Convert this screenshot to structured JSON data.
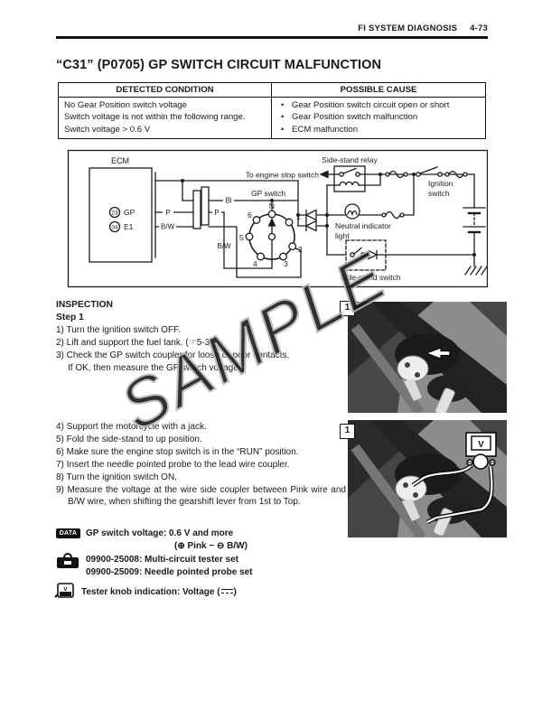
{
  "header": {
    "section": "FI SYSTEM DIAGNOSIS",
    "page": "4-73"
  },
  "title": "“C31” (P0705) GP SWITCH CIRCUIT MALFUNCTION",
  "table": {
    "col1_header": "DETECTED CONDITION",
    "col2_header": "POSSIBLE CAUSE",
    "bullet": "•",
    "conditions": [
      "No Gear Position switch voltage",
      "Switch voltage is not within the following range.",
      "Switch voltage > 0.6 V"
    ],
    "causes": [
      "Gear Position switch circuit open or short",
      "Gear Position switch malfunction",
      "ECM malfunction"
    ]
  },
  "diagram": {
    "ecm": "ECM",
    "pins": {
      "gp_num": "23",
      "gp": "GP",
      "e1_num": "34",
      "e1": "E1"
    },
    "wires": {
      "p_left": "P",
      "bw_left": "B/W",
      "bl": "Bl",
      "p_right": "P",
      "bw_right": "B/W"
    },
    "labels": {
      "to_engine_stop": "To engine stop switch",
      "gp_switch": "GP switch",
      "side_stand_relay": "Side-stand relay",
      "ignition_1": "Ignition",
      "ignition_2": "switch",
      "neutral_1": "Neutral indicator",
      "neutral_2": "light",
      "side_stand_switch": "Side-stand switch"
    },
    "gp_positions": [
      "N",
      "1",
      "2",
      "3",
      "4",
      "5",
      "6"
    ]
  },
  "inspection": {
    "heading": "INSPECTION",
    "step_heading": "Step 1",
    "steps_a": [
      "1) Turn the ignition switch OFF.",
      "2) Lift and support the fuel tank. (☞5-3)",
      "3) Check the GP switch coupler for loose or poor contacts.",
      "If OK, then measure the GP switch voltage."
    ],
    "steps_b": [
      "4) Support the motorcycle with a jack.",
      "5) Fold the side-stand to up position.",
      "6) Make sure the engine stop switch is in the “RUN” position.",
      "7) Insert the needle pointed probe to the lead wire coupler.",
      "8) Turn the ignition switch ON.",
      "9) Measure the voltage at the wire side coupler between Pink wire and B/W wire, when shifting the gearshift lever from 1st to Top."
    ]
  },
  "data_block": {
    "badge": "DATA",
    "line1": "GP switch voltage: 0.6 V and more",
    "line2": "(⊕ Pink − ⊖ B/W)"
  },
  "tool_block": {
    "line1": "09900-25008: Multi-circuit tester set",
    "line2": "09900-25009: Needle pointed probe set"
  },
  "tester_block": {
    "before": "Tester knob indication: Voltage (",
    "after": ")"
  },
  "photos": [
    {
      "label": "1"
    },
    {
      "label": "1"
    }
  ],
  "meter": {
    "v": "V"
  },
  "watermark": "SAMPLE",
  "colors": {
    "ink": "#1a1a1a",
    "watermark": "#b5b5b5"
  }
}
